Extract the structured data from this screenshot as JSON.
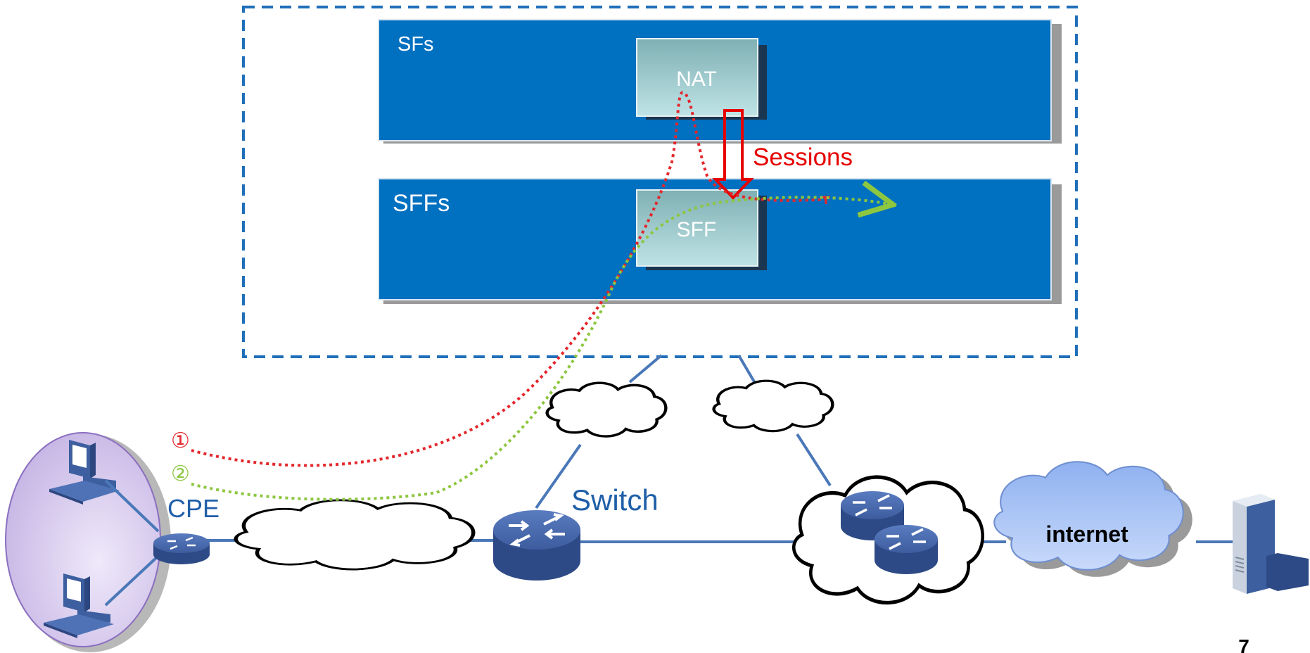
{
  "labels": {
    "sfs": "SFs",
    "sffs": "SFFs",
    "nat": "NAT",
    "sff": "SFF",
    "sessions": "Sessions",
    "cpe": "CPE",
    "switch": "Switch",
    "internet": "internet",
    "marker1": "①",
    "marker2": "②",
    "page_number": "7"
  },
  "colors": {
    "panel_blue": "#0070c0",
    "box_teal": "#9fd0d4",
    "dash_border": "#1f6fba",
    "link_line": "#4a78b8",
    "path_red": "#e3262b",
    "path_green": "#8dc63f",
    "sessions_red": "#e60000",
    "label_blue": "#1f5fa8",
    "router_blue": "#3d5f9f",
    "lan_purple": "#cbbde6",
    "internet_cloud": "#a7c2f5"
  },
  "icons": [
    "computer-icon",
    "router-icon",
    "switch-icon",
    "cloud-icon",
    "server-icon"
  ]
}
